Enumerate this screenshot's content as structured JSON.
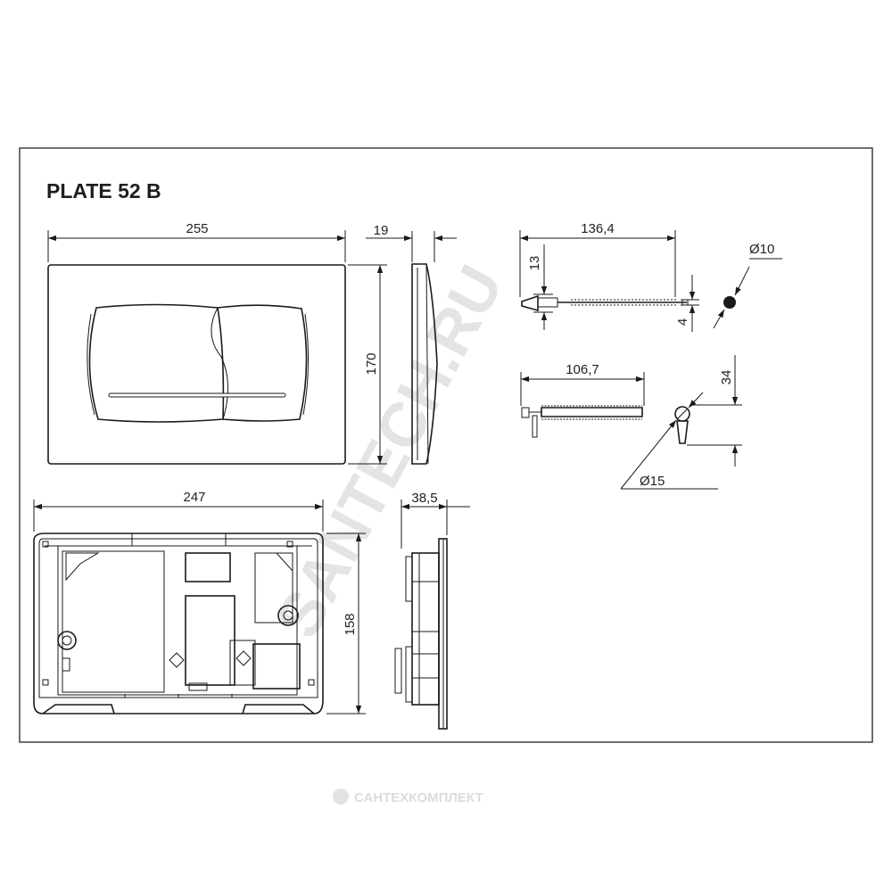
{
  "title": "PLATE 52 B",
  "dimensions": {
    "plate_width": "255",
    "plate_depth": "19",
    "plate_height": "170",
    "frame_width": "247",
    "frame_depth": "38,5",
    "frame_height": "158",
    "rod_length": "136,4",
    "rod_head_height": "13",
    "rod_diameter_offset": "4",
    "rod_end_diameter": "Ø10",
    "screw_length": "106,7",
    "screw_height": "34",
    "screw_diameter": "Ø15"
  },
  "watermarks": {
    "diagonal": "SANTECH.RU",
    "footer": "САНТЕХКОМПЛЕКТ"
  }
}
